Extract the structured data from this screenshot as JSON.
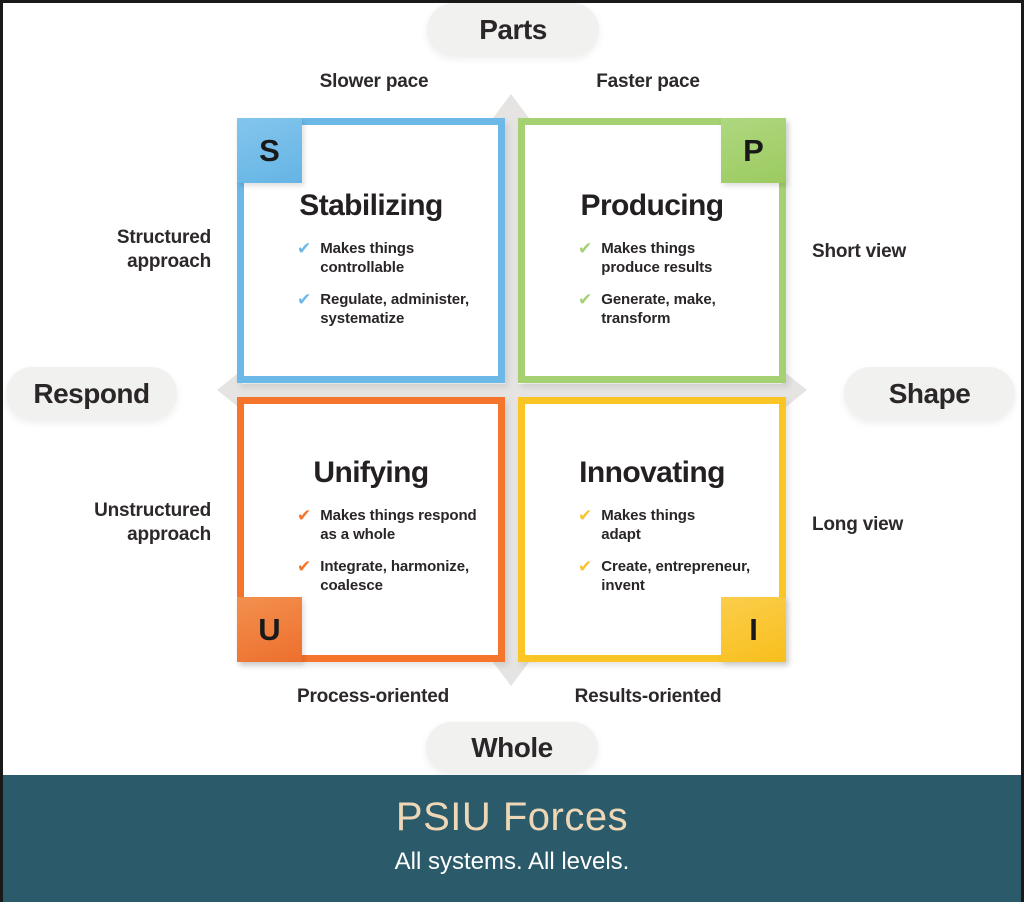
{
  "axes": {
    "top": "Parts",
    "bottom": "Whole",
    "left": "Respond",
    "right": "Shape"
  },
  "edge_labels": {
    "slower_pace": "Slower pace",
    "faster_pace": "Faster pace",
    "structured_approach": "Structured\napproach",
    "unstructured_approach": "Unstructured\napproach",
    "short_view": "Short view",
    "long_view": "Long view",
    "process_oriented": "Process-oriented",
    "results_oriented": "Results-oriented"
  },
  "checkmark_icon": "✔",
  "quadrants": [
    {
      "id": "stabilizing",
      "letter": "S",
      "title": "Stabilizing",
      "accent": "#6cb9e8",
      "items": [
        {
          "line1": "Makes things",
          "line2": "controllable"
        },
        {
          "line1": "Regulate, administer,",
          "line2": "systematize"
        }
      ]
    },
    {
      "id": "producing",
      "letter": "P",
      "title": "Producing",
      "accent": "#a5d173",
      "items": [
        {
          "line1": "Makes things",
          "line2": "produce results"
        },
        {
          "line1": "Generate, make,",
          "line2": "transform"
        }
      ]
    },
    {
      "id": "unifying",
      "letter": "U",
      "title": "Unifying",
      "accent": "#f4752b",
      "items": [
        {
          "line1": "Makes things respond",
          "line2": "as a whole"
        },
        {
          "line1": "Integrate, harmonize,",
          "line2": "coalesce"
        }
      ]
    },
    {
      "id": "innovating",
      "letter": "I",
      "title": "Innovating",
      "accent": "#f9c42f",
      "items": [
        {
          "line1": "Makes things",
          "line2": "adapt"
        },
        {
          "line1": "Create, entrepreneur,",
          "line2": "invent"
        }
      ]
    }
  ],
  "colors": {
    "blue": "#6cb9e8",
    "green": "#a5d173",
    "orange": "#f4752b",
    "yellow": "#f9c42f",
    "pill_bg": "#f1f1f0",
    "cross_gray": "#e5e4e2",
    "footer_bg": "#2b5a6a",
    "footer_title": "#eed7b6",
    "text_dark": "#2a2627"
  },
  "footer": {
    "title": "PSIU Forces",
    "subtitle": "All systems. All levels."
  }
}
